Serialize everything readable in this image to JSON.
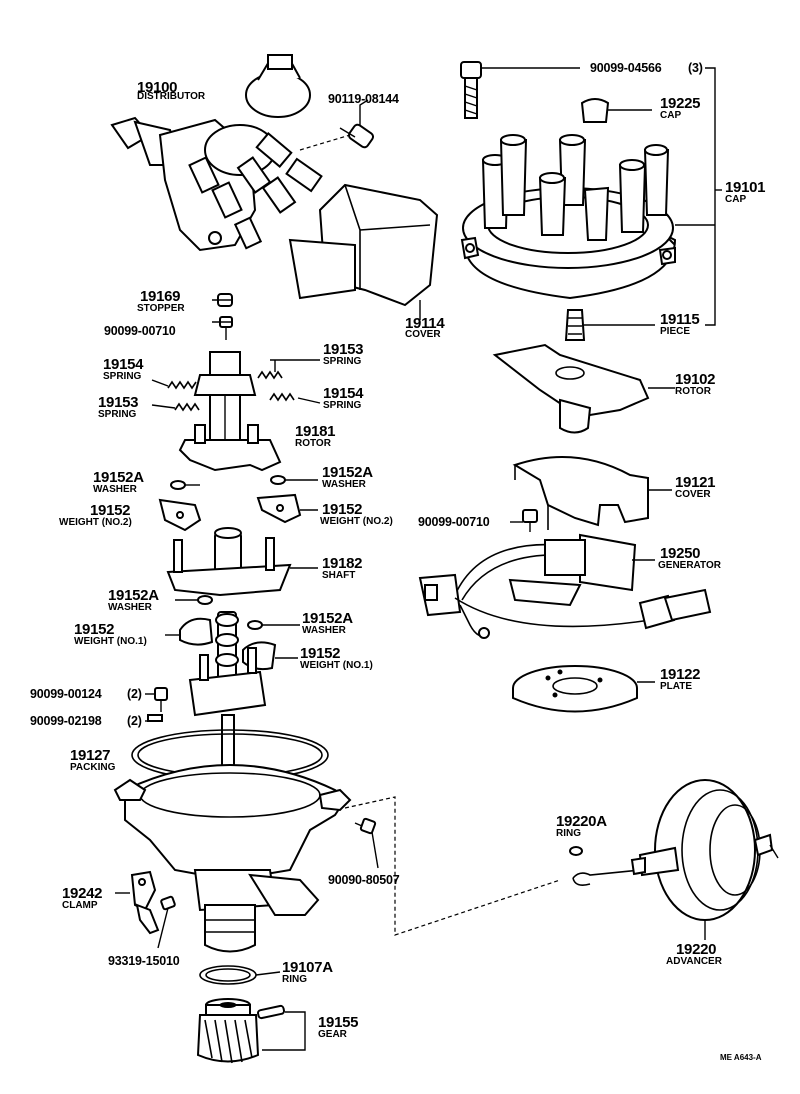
{
  "parts": {
    "p19100": {
      "number": "19100",
      "name": "DISTRIBUTOR"
    },
    "p90119": {
      "code": "90119-08144"
    },
    "p90099_04566": {
      "code": "90099-04566",
      "qty": "(3)"
    },
    "p19225": {
      "number": "19225",
      "name": "CAP"
    },
    "p19101": {
      "number": "19101",
      "name": "CAP"
    },
    "p19169": {
      "number": "19169",
      "name": "STOPPER"
    },
    "p90099_00710a": {
      "code": "90099-00710"
    },
    "p19114": {
      "number": "19114",
      "name": "COVER"
    },
    "p19115": {
      "number": "19115",
      "name": "PIECE"
    },
    "p19154a": {
      "number": "19154",
      "name": "SPRING"
    },
    "p19153a": {
      "number": "19153",
      "name": "SPRING"
    },
    "p19153b": {
      "number": "19153",
      "name": "SPRING"
    },
    "p19154b": {
      "number": "19154",
      "name": "SPRING"
    },
    "p19102": {
      "number": "19102",
      "name": "ROTOR"
    },
    "p19181": {
      "number": "19181",
      "name": "ROTOR"
    },
    "p19152Aa": {
      "number": "19152A",
      "name": "WASHER"
    },
    "p19152Ab": {
      "number": "19152A",
      "name": "WASHER"
    },
    "p19121": {
      "number": "19121",
      "name": "COVER"
    },
    "p19152a": {
      "number": "19152",
      "name": "WEIGHT (NO.2)"
    },
    "p19152b": {
      "number": "19152",
      "name": "WEIGHT (NO.2)"
    },
    "p90099_00710b": {
      "code": "90099-00710"
    },
    "p19250": {
      "number": "19250",
      "name": "GENERATOR"
    },
    "p19182": {
      "number": "19182",
      "name": "SHAFT"
    },
    "p19152Ac": {
      "number": "19152A",
      "name": "WASHER"
    },
    "p19152Ad": {
      "number": "19152A",
      "name": "WASHER"
    },
    "p19152c": {
      "number": "19152",
      "name": "WEIGHT (NO.1)"
    },
    "p19152d": {
      "number": "19152",
      "name": "WEIGHT (NO.1)"
    },
    "p19122": {
      "number": "19122",
      "name": "PLATE"
    },
    "p90099_00124": {
      "code": "90099-00124",
      "qty": "(2)"
    },
    "p90099_02198": {
      "code": "90099-02198",
      "qty": "(2)"
    },
    "p19127": {
      "number": "19127",
      "name": "PACKING"
    },
    "p19220A": {
      "number": "19220A",
      "name": "RING"
    },
    "p90090": {
      "code": "90090-80507"
    },
    "p19242": {
      "number": "19242",
      "name": "CLAMP"
    },
    "p93319": {
      "code": "93319-15010"
    },
    "p19107A": {
      "number": "19107A",
      "name": "RING"
    },
    "p19220": {
      "number": "19220",
      "name": "ADVANCER"
    },
    "p19155": {
      "number": "19155",
      "name": "GEAR"
    }
  },
  "figure_id": "ME A643-A"
}
